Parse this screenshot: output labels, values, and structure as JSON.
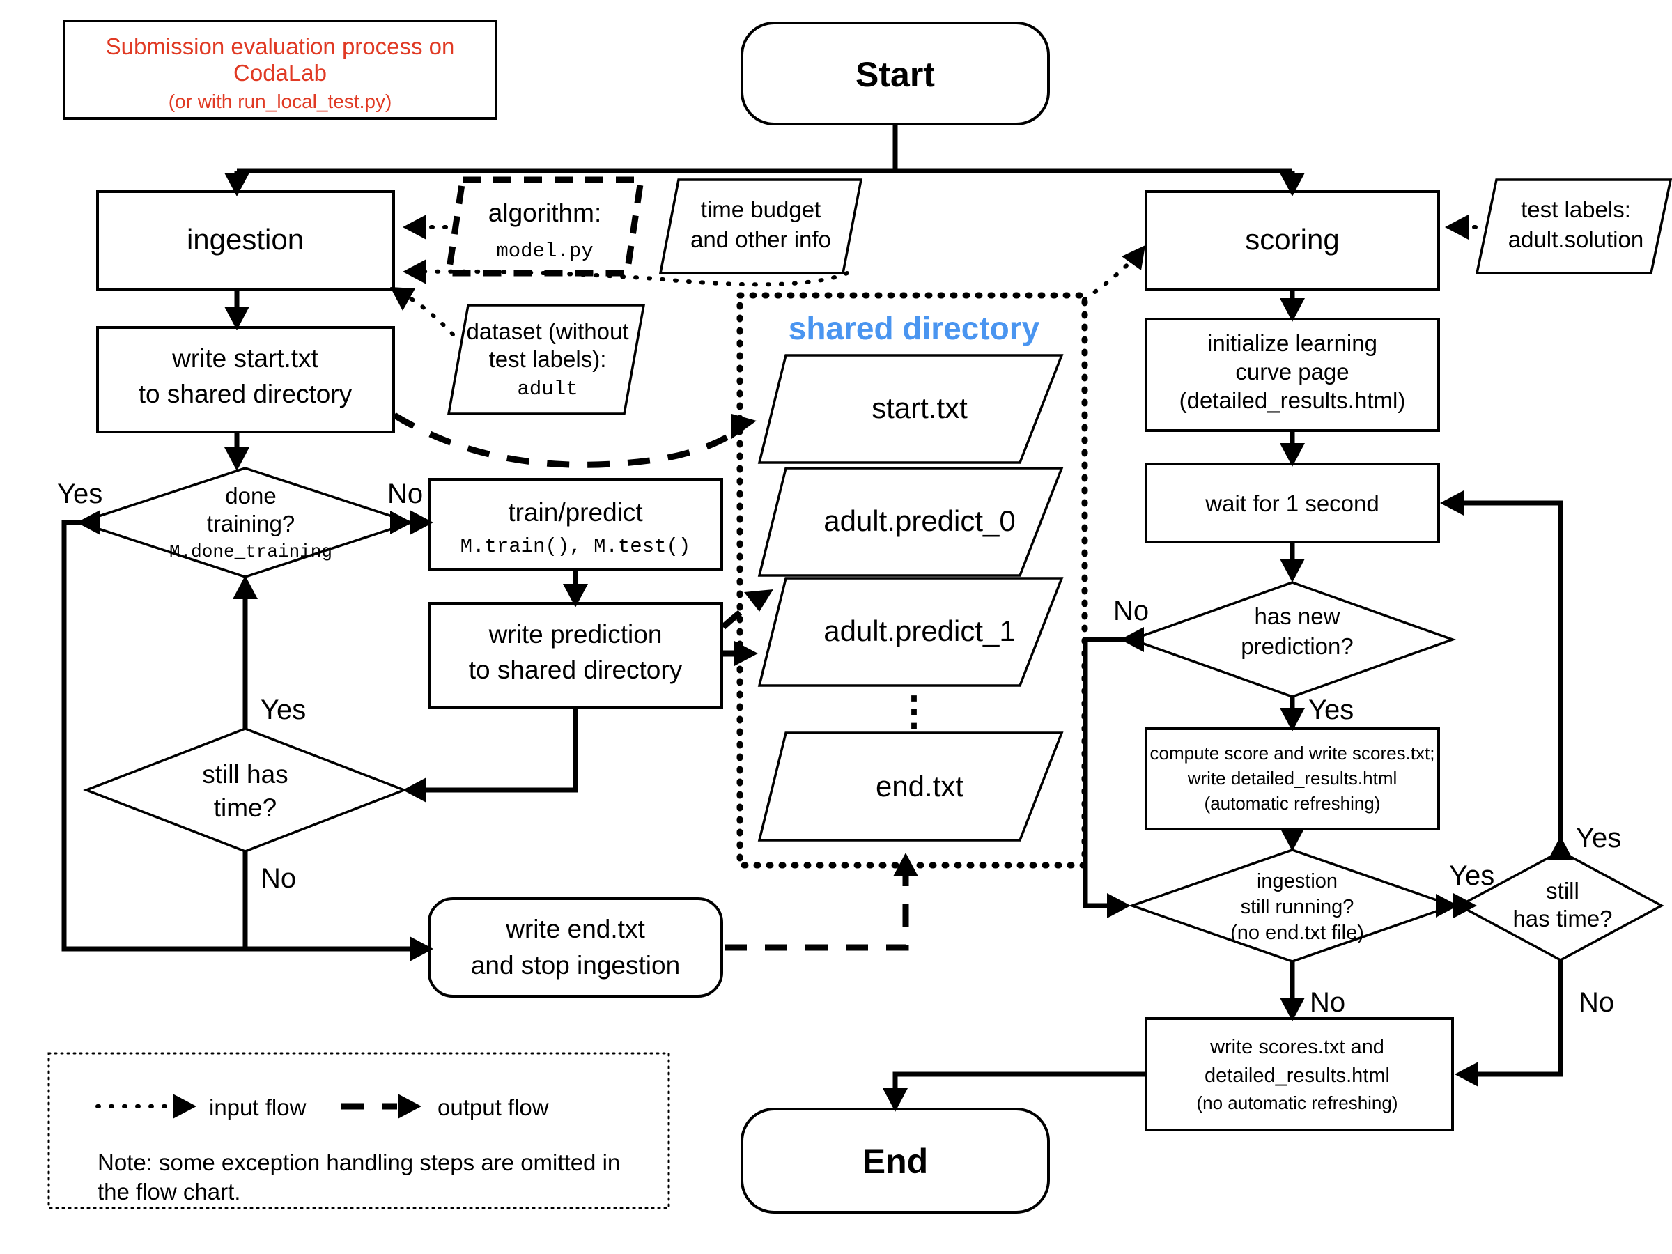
{
  "title_note": {
    "line1": "Submission evaluation process on",
    "line2": "CodaLab",
    "line3": "(or with run_local_test.py)",
    "color": "#e03a24"
  },
  "terminators": {
    "start": "Start",
    "end": "End"
  },
  "ingestion_branch": {
    "ingestion": "ingestion",
    "write_start_l1": "write start.txt",
    "write_start_l2": "to shared directory",
    "done_training_l1": "done",
    "done_training_l2": "training?",
    "done_training_code": "M.done_training",
    "train_predict_title": "train/predict",
    "train_predict_code": "M.train(), M.test()",
    "write_prediction_l1": "write prediction",
    "write_prediction_l2": "to shared directory",
    "still_has_time_l1": "still has",
    "still_has_time_l2": "time?",
    "write_end_l1": "write end.txt",
    "write_end_l2": "and stop ingestion"
  },
  "inputs": {
    "algorithm_label": "algorithm:",
    "algorithm_file": "model.py",
    "time_budget_l1": "time budget",
    "time_budget_l2": "and other info",
    "dataset_l1": "dataset (without",
    "dataset_l2": "test labels):",
    "dataset_name": "adult",
    "test_labels_l1": "test labels:",
    "test_labels_l2": "adult.solution"
  },
  "shared_directory": {
    "title": "shared directory",
    "title_color": "#4a95f0",
    "files": [
      "start.txt",
      "adult.predict_0",
      "adult.predict_1",
      "end.txt"
    ],
    "ellipsis": "⋮"
  },
  "scoring_branch": {
    "scoring": "scoring",
    "init_l1": "initialize learning",
    "init_l2": "curve page",
    "init_l3": "(detailed_results.html)",
    "wait": "wait for 1 second",
    "has_new_pred_l1": "has new",
    "has_new_pred_l2": "prediction?",
    "compute_l1": "compute score and write scores.txt;",
    "compute_l2": "write detailed_results.html",
    "compute_l3": "(automatic refreshing)",
    "ingestion_running_l1": "ingestion",
    "ingestion_running_l2": "still running?",
    "ingestion_running_l3": "(no end.txt file)",
    "still_has_time_l1": "still",
    "still_has_time_l2": "has time?",
    "final_write_l1": "write scores.txt and",
    "final_write_l2": "detailed_results.html",
    "final_write_l3": "(no automatic refreshing)"
  },
  "edge_labels": {
    "yes": "Yes",
    "no": "No",
    "done_training_yes": "Yes",
    "done_training_no": "No",
    "ingest_time_yes": "Yes",
    "ingest_time_no": "No",
    "has_pred_no": "No",
    "has_pred_yes": "Yes",
    "ingest_running_yes": "Yes",
    "ingest_running_no": "No",
    "score_time_yes": "Yes",
    "score_time_no": "No"
  },
  "legend": {
    "input_flow": "input flow",
    "output_flow": "output flow",
    "note_l1": "Note: some exception handling steps are omitted in",
    "note_l2": "the flow chart."
  }
}
